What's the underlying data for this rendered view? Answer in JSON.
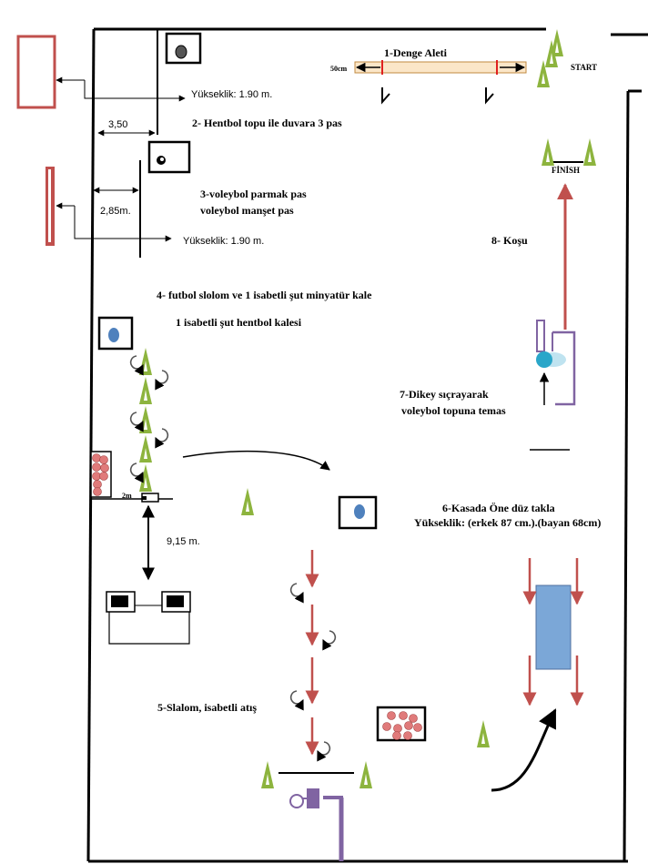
{
  "stations": {
    "s1": "1-Denge Aleti",
    "s2": "2-  Hentbol topu ile duvara 3 pas",
    "s3_line1": "3-voleybol parmak pas",
    "s3_line2": "voleybol manşet pas",
    "s4_line1": "4- futbol slolom ve 1 isabetli şut minyatür kale",
    "s4_line2": "1 isabetli şut hentbol kalesi",
    "s5": "5-Slalom, isabetli  atış",
    "s6_line1": "6-Kasada Öne düz takla",
    "s6_line2": "Yükseklik: (erkek 87 cm.).(bayan 68cm)",
    "s7_line1": "7-Dikey sıçrayarak",
    "s7_line2": "voleybol topuna temas",
    "s8": "8- Koşu"
  },
  "labels": {
    "start": "START",
    "finish": "FİNİSH",
    "beam_width": "50cm",
    "height_1": "Yükseklik: 1.90 m.",
    "height_2": "Yükseklik: 1.90 m.",
    "dist_350": "3,50",
    "dist_285": "2,85m.",
    "dist_915": "9,15 m.",
    "dist_2m": "2m"
  },
  "colors": {
    "cone": "#8db43e",
    "red_arrow": "#c0504d",
    "purple": "#8064a2",
    "ball_blue": "#4f81bd",
    "box_blue": "#7ba7d7",
    "ball_cyan": "#2aa6c9",
    "ball_pink": "#e07a7a"
  }
}
